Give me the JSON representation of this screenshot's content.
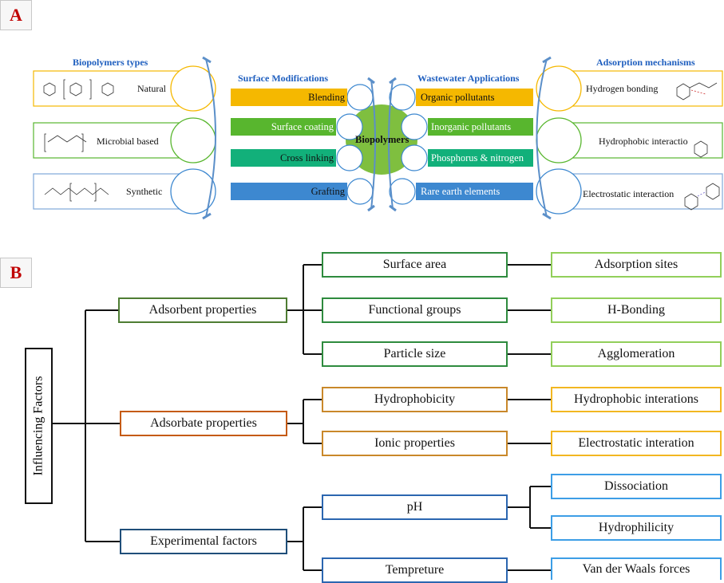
{
  "panel_a": {
    "letter": "A",
    "headers": {
      "types": "Biopolymers types",
      "surface": "Surface Modifications",
      "wastewater": "Wastewater Applications",
      "mechanisms": "Adsorption mechanisms"
    },
    "types": [
      "Natural",
      "Microbial based",
      "Synthetic"
    ],
    "modifications": [
      "Blending",
      "Surface coating",
      "Cross linking",
      "Grafting"
    ],
    "center": "Biopolymers",
    "applications": [
      "Organic pollutants",
      "Inorganic pollutants",
      "Phosphorus & nitrogen",
      "Rare earth elements"
    ],
    "mechanisms": [
      "Hydrogen bonding",
      "Hydrophobic interactio",
      "Electrostatic interaction"
    ],
    "colors": {
      "orange": "#f5b800",
      "green": "#58b62e",
      "teal": "#12b07a",
      "blue": "#3d88d0",
      "center": "#7fbf3f"
    }
  },
  "panel_b": {
    "letter": "B",
    "root": "Influencing Factors",
    "adsorbent": {
      "label": "Adsorbent properties",
      "children": [
        "Surface area",
        "Functional groups",
        "Particle size"
      ],
      "outcomes": [
        "Adsorption sites",
        "H-Bonding",
        "Agglomeration"
      ]
    },
    "adsorbate": {
      "label": "Adsorbate properties",
      "children": [
        "Hydrophobicity",
        "Ionic properties"
      ],
      "outcomes": [
        "Hydrophobic interations",
        "Electrostatic interation"
      ]
    },
    "experimental": {
      "label": "Experimental factors",
      "children": [
        "pH",
        "Tempreture"
      ],
      "outcomes": [
        "Dissociation",
        "Hydrophilicity",
        "Van der Waals forces"
      ]
    },
    "colors": {
      "adsorbent": "#4e7d33",
      "adsorbent_child": "#2e8b3e",
      "adsorbent_outcome": "#92cf5a",
      "adsorbate": "#c55a11",
      "adsorbate_child": "#c9882a",
      "adsorbate_outcome": "#f2b721",
      "experimental": "#1f4e79",
      "experimental_child": "#2b66b0",
      "experimental_outcome": "#3d9ee6"
    }
  }
}
